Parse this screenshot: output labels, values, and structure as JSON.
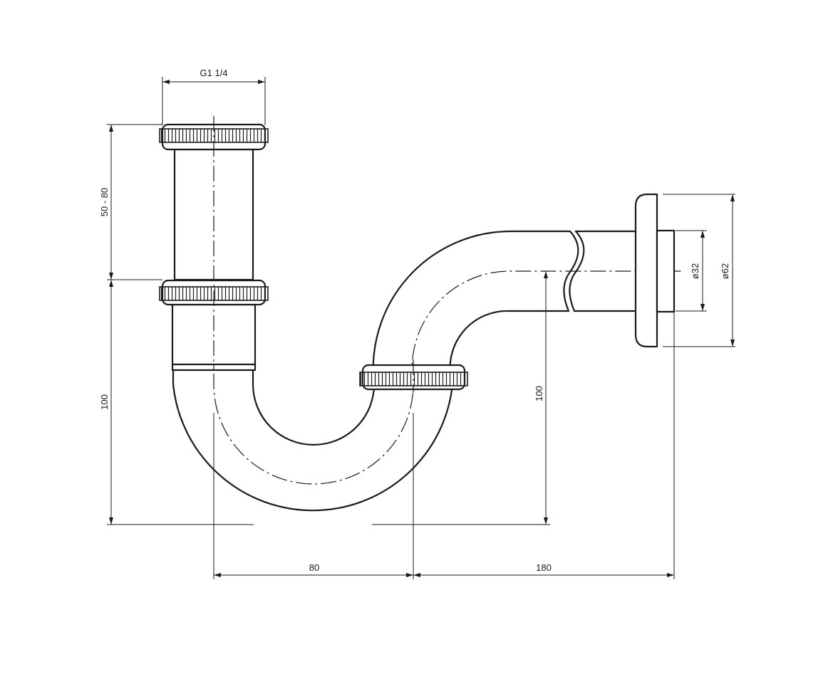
{
  "drawing": {
    "dimensions": {
      "thread": "G1 1/4",
      "tailpiece_length": "50 - 80",
      "trap_depth_left": "100",
      "trap_depth_right": "100",
      "trap_spacing": "80",
      "wall_distance": "180",
      "pipe_diameter": "ø32",
      "flange_diameter": "ø62"
    }
  }
}
